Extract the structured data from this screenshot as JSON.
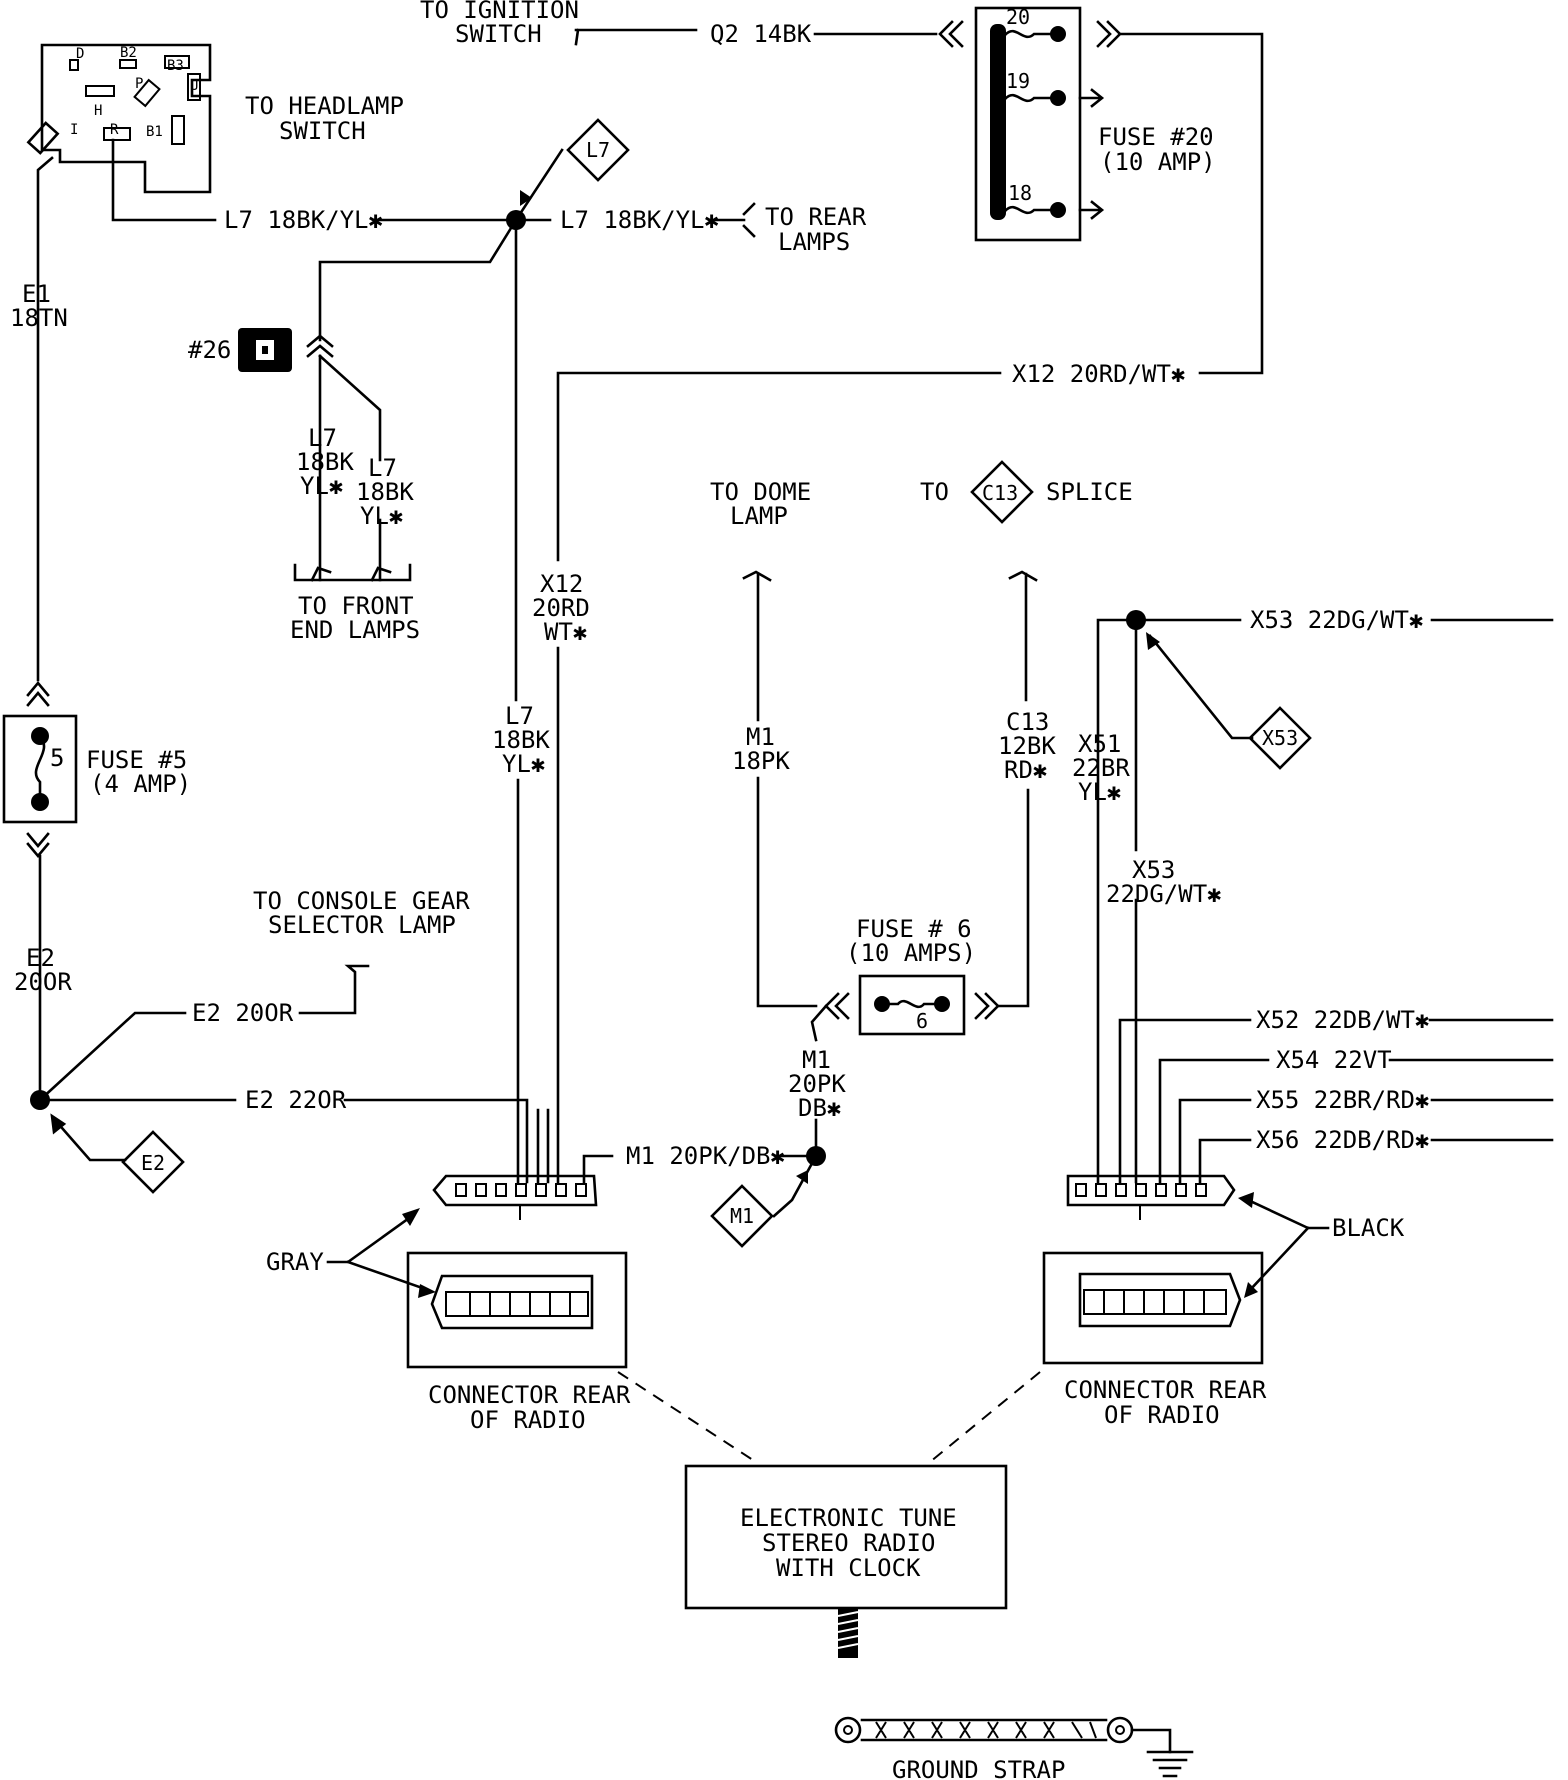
{
  "headlamp_switch": {
    "label_lines": [
      "TO HEADLAMP",
      "SWITCH"
    ],
    "terminals": [
      "D",
      "B2",
      "B3",
      "P",
      "U",
      "H",
      "B1",
      "R",
      "I"
    ]
  },
  "ignition": {
    "label_lines": [
      "TO IGNITION",
      "SWITCH"
    ],
    "wire": "Q2 14BK"
  },
  "fuse20": {
    "label_lines": [
      "FUSE #20",
      "(10 AMP)"
    ],
    "cavities": [
      "20",
      "19",
      "18"
    ]
  },
  "wire_e1": [
    "E1",
    "18TN"
  ],
  "wire_l7_h_left": "L7 18BK/YL✱",
  "wire_l7_h_right": "L7 18BK/YL✱",
  "rear_lamps": [
    "TO REAR",
    "LAMPS"
  ],
  "tags": {
    "l7": "L7",
    "c13": "C13",
    "x53": "X53",
    "e2": "E2",
    "m1": "M1"
  },
  "splice26": "#26",
  "front_l7_a": [
    "L7",
    "18BK",
    "YL✱"
  ],
  "front_l7_b": [
    "L7",
    "18BK",
    "YL✱"
  ],
  "front_end_lamps": [
    "TO FRONT",
    "END LAMPS"
  ],
  "wire_x12_h": "X12 20RD/WT✱",
  "wire_x12_v": [
    "X12",
    "20RD",
    "WT✱"
  ],
  "wire_l7_v": [
    "L7",
    "18BK",
    "YL✱"
  ],
  "dome_lamp": [
    "TO DOME",
    "LAMP"
  ],
  "splice_to": "TO",
  "splice_word": "SPLICE",
  "wire_m1_18": [
    "M1",
    "18PK"
  ],
  "wire_c13": [
    "C13",
    "12BK",
    "RD✱"
  ],
  "wire_x53_h": "X53 22DG/WT✱",
  "wire_x51": [
    "X51",
    "22BR",
    "YL✱"
  ],
  "wire_x53_v": [
    "X53",
    "22DG/WT✱"
  ],
  "fuse5": {
    "number": "5",
    "label_lines": [
      "FUSE #5",
      "(4 AMP)"
    ]
  },
  "console_lamp": [
    "TO CONSOLE GEAR",
    "SELECTOR LAMP"
  ],
  "wire_e2_v": [
    "E2",
    "20OR"
  ],
  "wire_e2_20": "E2 20OR",
  "wire_e2_22": "E2 22OR",
  "fuse6": {
    "number": "6",
    "label_lines": [
      "FUSE # 6",
      "(10 AMPS)"
    ]
  },
  "wire_m1_20": [
    "M1",
    "20PK",
    "DB✱"
  ],
  "wire_m1_h": "M1 20PK/DB✱",
  "right_wires": [
    "X52 22DB/WT✱",
    "X54 22VT",
    "X55 22BR/RD✱",
    "X56 22DB/RD✱"
  ],
  "connector_left_color": "GRAY",
  "connector_right_color": "BLACK",
  "connector_left_caption": [
    "CONNECTOR REAR",
    "OF RADIO"
  ],
  "connector_right_caption": [
    "CONNECTOR REAR",
    "OF RADIO"
  ],
  "radio": [
    "ELECTRONIC TUNE",
    "STEREO RADIO",
    "WITH CLOCK"
  ],
  "ground_strap": "GROUND STRAP"
}
